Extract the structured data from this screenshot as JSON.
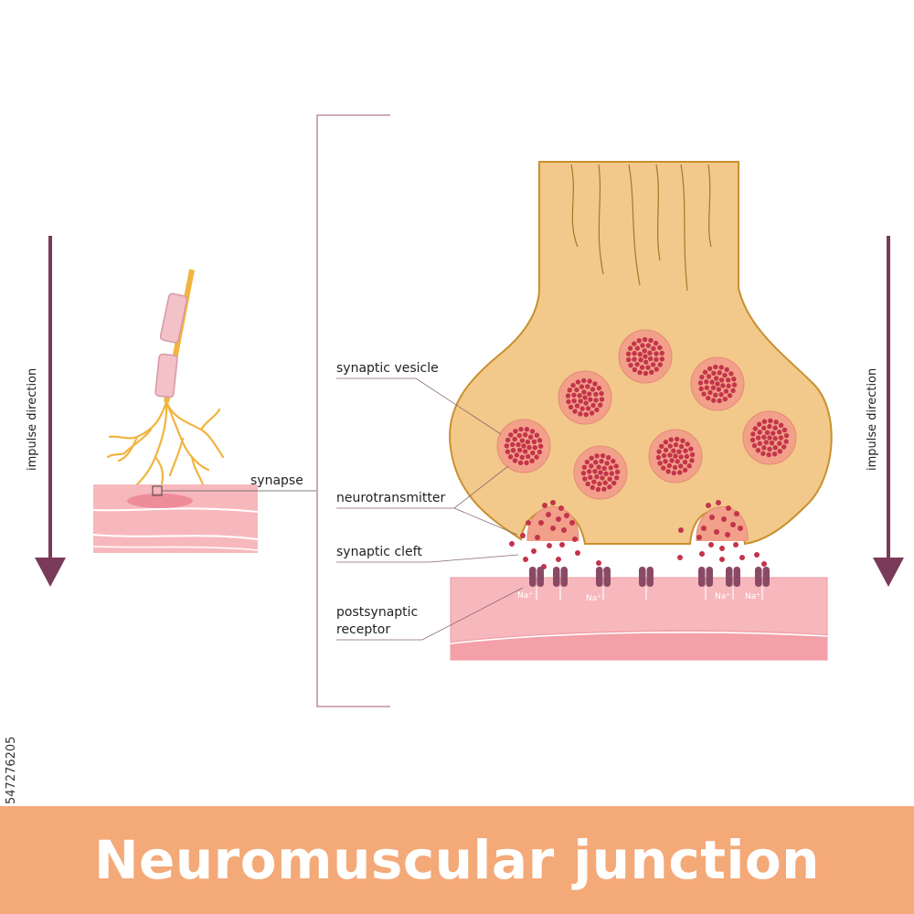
{
  "title": "Neuromuscular junction",
  "labels": {
    "synapse": "synapse",
    "synaptic_vesicle": "synaptic vesicle",
    "neurotransmitter": "neurotransmitter",
    "synaptic_cleft": "synaptic cleft",
    "postsynaptic_receptor_line1": "postsynaptic",
    "postsynaptic_receptor_line2": "receptor",
    "impulse_left": "impulse direction",
    "impulse_right": "impulse direction",
    "sodium": "Na⁺"
  },
  "stock_id": "547276205",
  "colors": {
    "terminal_fill": "#f2c98a",
    "terminal_stroke": "#c8902e",
    "vesicle": "#f2a08a",
    "vesicle_dot": "#c3344a",
    "muscle": "#f7b8bd",
    "receptor": "#8a4a66",
    "arrow": "#7a3a5a",
    "title_bar": "#f4a978"
  }
}
